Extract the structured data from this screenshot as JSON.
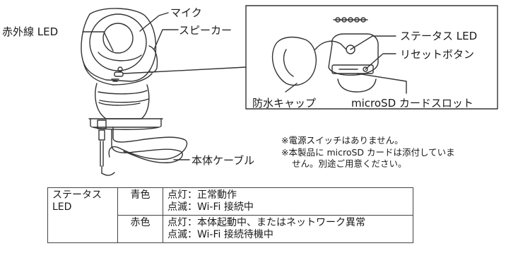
{
  "labels": {
    "mic": "マイク",
    "ir_led": "赤外線 LED",
    "speaker": "スピーカー",
    "status_led": "ステータス LED",
    "reset_button": "リセットボタン",
    "waterproof_cap": "防水キャップ",
    "microsd_slot": "microSD カードスロット",
    "body_cable": "本体ケーブル"
  },
  "notes": {
    "line1": "※電源スイッチはありません。",
    "line2": "※本製品に microSD カードは添付していま",
    "line3": "せん。別途ご用意ください。"
  },
  "status_table": {
    "header": "ステータス",
    "header2": "LED",
    "rows": [
      {
        "color": "青色",
        "lines": [
          "点灯：正常動作",
          "点滅：Wi-Fi 接続中"
        ]
      },
      {
        "color": "赤色",
        "lines": [
          "点灯：本体起動中、またはネットワーク異常",
          "点滅：Wi-Fi 接続待機中"
        ]
      }
    ]
  }
}
